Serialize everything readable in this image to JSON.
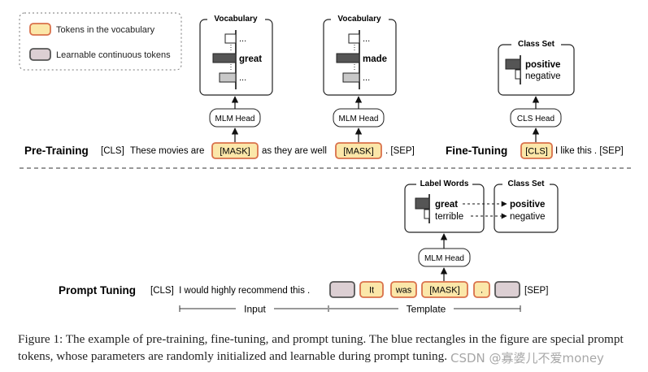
{
  "legend": {
    "vocab_token_label": "Tokens in the vocabulary",
    "learnable_token_label": "Learnable continuous tokens"
  },
  "pretraining": {
    "heading": "Pre-Training",
    "cls": "[CLS]",
    "text_before": "These movies are",
    "mask1": "[MASK]",
    "text_middle": "as they are well",
    "mask2": "[MASK]",
    "text_after": ". [SEP]",
    "head": "MLM Head",
    "vocab1": {
      "title": "Vocabulary",
      "top": "...",
      "mid": "great",
      "bottom": "..."
    },
    "vocab2": {
      "title": "Vocabulary",
      "top": "...",
      "mid": "made",
      "bottom": "..."
    }
  },
  "finetuning": {
    "heading": "Fine-Tuning",
    "cls": "[CLS]",
    "text": "I like this . [SEP]",
    "head": "CLS Head",
    "classset": {
      "title": "Class Set",
      "pos": "positive",
      "neg": "negative"
    }
  },
  "prompt": {
    "heading": "Prompt Tuning",
    "text": "[CLS]  I would highly recommend this .",
    "tokens": {
      "it": "It",
      "was": "was",
      "mask": "[MASK]",
      "dot": ".",
      "sep": "[SEP]"
    },
    "head": "MLM Head",
    "label_words": {
      "title": "Label Words",
      "great": "great",
      "terrible": "terrible"
    },
    "classset": {
      "title": "Class Set",
      "pos": "positive",
      "neg": "negative"
    },
    "input_label": "Input",
    "template_label": "Template"
  },
  "caption": "Figure 1: The example of pre-training, fine-tuning, and prompt tuning. The blue rectangles in the figure are special prompt tokens, whose parameters are randomly initialized and learnable during prompt tuning.",
  "watermark": "CSDN @寡婆儿不爱money",
  "colors": {
    "vocab_fill": "#fbe7a9",
    "vocab_stroke": "#d9714b",
    "learnable_fill": "#dccfd3",
    "learnable_stroke": "#555555",
    "bar_dark": "#555555",
    "bar_light": "#c8c8c8"
  }
}
